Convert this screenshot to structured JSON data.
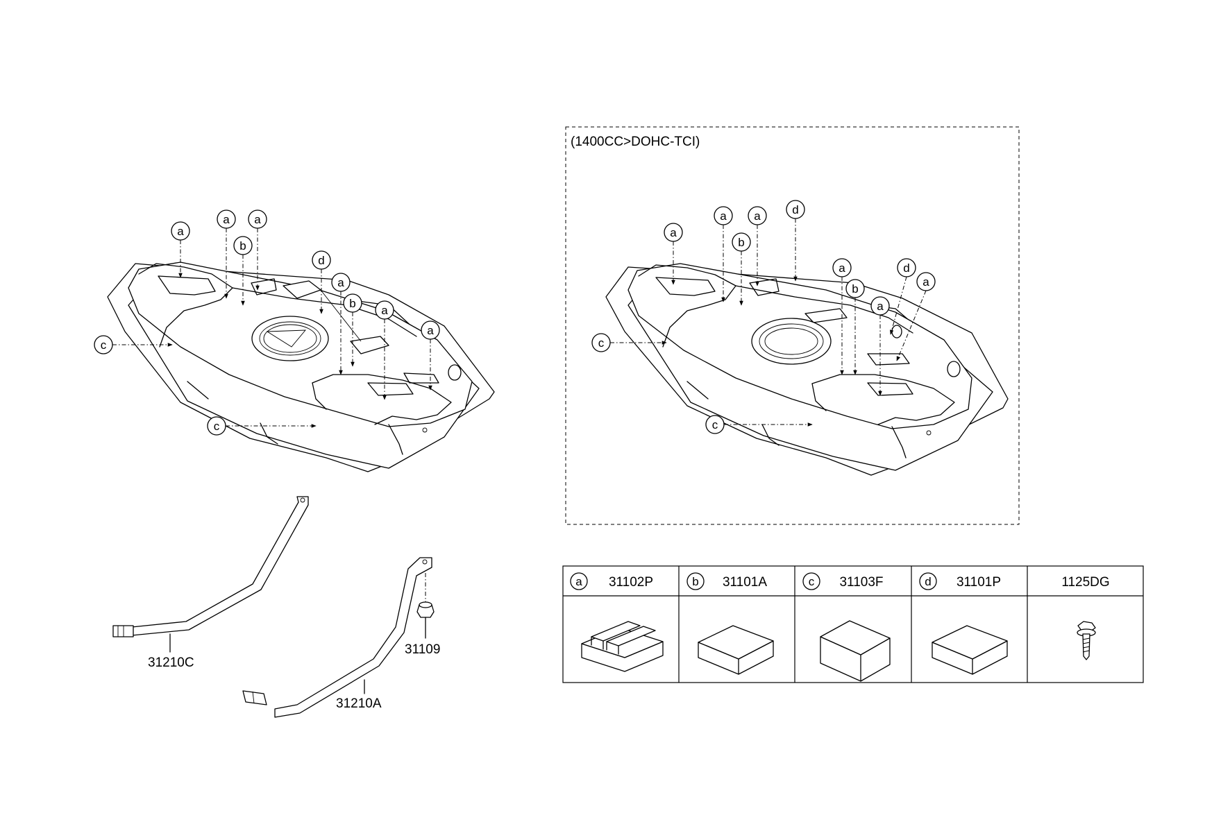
{
  "variant_label": "(1400CC>DOHC-TCI)",
  "parts": {
    "p31210C": "31210C",
    "p31210A": "31210A",
    "p31109": "31109"
  },
  "callout_letters": {
    "a": "a",
    "b": "b",
    "c": "c",
    "d": "d"
  },
  "legend": [
    {
      "letter": "a",
      "part": "31102P"
    },
    {
      "letter": "b",
      "part": "31101A"
    },
    {
      "letter": "c",
      "part": "31103F"
    },
    {
      "letter": "d",
      "part": "31101P"
    },
    {
      "letter": "",
      "part": "1125DG"
    }
  ]
}
